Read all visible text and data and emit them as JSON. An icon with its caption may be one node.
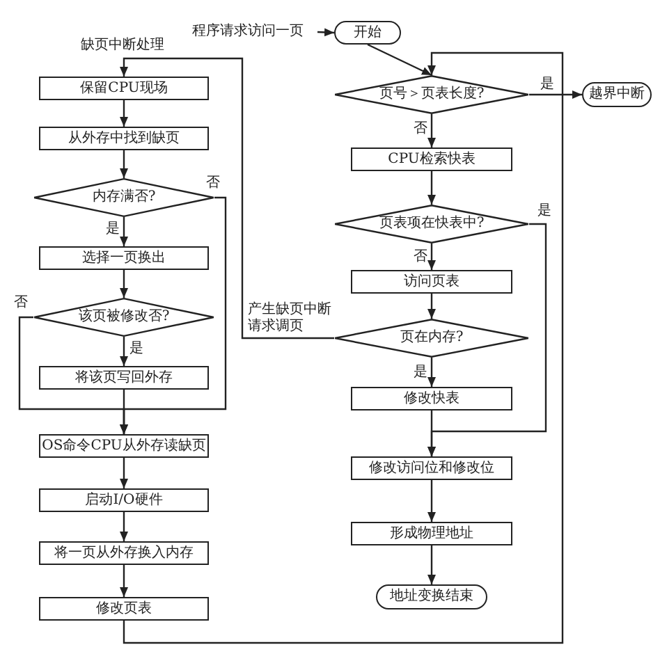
{
  "diagram": {
    "nodes": [
      {
        "text": [
          "程序请求访问一页"
        ]
      },
      {
        "text": [
          "开始"
        ]
      },
      {
        "text": [
          "页号＞页表长度?"
        ]
      },
      {
        "text": [
          "越界中断"
        ]
      },
      {
        "text": [
          "CPU检索快表"
        ]
      },
      {
        "text": [
          "页表项在快表中?"
        ]
      },
      {
        "text": [
          "访问页表"
        ]
      },
      {
        "text": [
          "页在内存?"
        ]
      },
      {
        "text": [
          "修改快表"
        ]
      },
      {
        "text": [
          "修改访问位和修改位"
        ]
      },
      {
        "text": [
          "形成物理地址"
        ]
      },
      {
        "text": [
          "地址变换结束"
        ]
      },
      {
        "text": [
          "保留CPU现场"
        ]
      },
      {
        "text": [
          "从外存中找到缺页"
        ]
      },
      {
        "text": [
          "内存满否?"
        ]
      },
      {
        "text": [
          "选择一页换出"
        ]
      },
      {
        "text": [
          "该页被修改否?"
        ]
      },
      {
        "text": [
          "将该页写回外存"
        ]
      },
      {
        "text": [
          "OS命令CPU从外存读缺页"
        ]
      },
      {
        "text": [
          "启动I/O硬件"
        ]
      },
      {
        "text": [
          "将一页从外存换入内存"
        ]
      },
      {
        "text": [
          "修改页表"
        ]
      }
    ],
    "edges": [
      {
        "from": 0,
        "to": 1,
        "arrow": "to"
      },
      {
        "from": 1,
        "to": 2,
        "arrow": "to"
      },
      {
        "from": 2,
        "to": 3,
        "arrow": "to",
        "label": "是"
      },
      {
        "from": 2,
        "to": 4,
        "arrow": "to",
        "label": "否"
      },
      {
        "from": 4,
        "to": 5,
        "arrow": "to"
      },
      {
        "from": 5,
        "to": 6,
        "arrow": "to",
        "label": "否"
      },
      {
        "from": 5,
        "to": 9,
        "arrow": "to",
        "label": "是"
      },
      {
        "from": 6,
        "to": 7,
        "arrow": "to"
      },
      {
        "from": 7,
        "to": 8,
        "arrow": "to",
        "label": "是"
      },
      {
        "from": 7,
        "to": 12,
        "arrow": "to",
        "label": "产生缺页中断请求调页"
      },
      {
        "from": 8,
        "to": 9,
        "arrow": "to"
      },
      {
        "from": 9,
        "to": 10,
        "arrow": "to"
      },
      {
        "from": 10,
        "to": 11,
        "arrow": "to"
      },
      {
        "from": 12,
        "to": 13,
        "arrow": "to"
      },
      {
        "from": 13,
        "to": 14,
        "arrow": "to"
      },
      {
        "from": 14,
        "to": 15,
        "arrow": "to",
        "label": "是"
      },
      {
        "from": 14,
        "to": 18,
        "arrow": "to",
        "label": "否"
      },
      {
        "from": 15,
        "to": 16,
        "arrow": "to"
      },
      {
        "from": 16,
        "to": 17,
        "arrow": "to",
        "label": "是"
      },
      {
        "from": 16,
        "to": 18,
        "arrow": "to",
        "label": "否"
      },
      {
        "from": 17,
        "to": 18,
        "arrow": "to"
      },
      {
        "from": 18,
        "to": 19,
        "arrow": "to"
      },
      {
        "from": 19,
        "to": 20,
        "arrow": "to"
      },
      {
        "from": 20,
        "to": 21,
        "arrow": "to"
      },
      {
        "from": 21,
        "to": 2,
        "arrow": "to"
      }
    ],
    "labels": [
      "缺页中断处理"
    ]
  }
}
